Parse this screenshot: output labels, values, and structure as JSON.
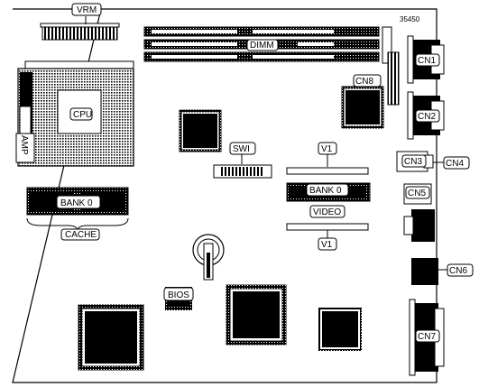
{
  "board_id": "35450",
  "labels": {
    "vrm": "VRM",
    "dimm": "DIMM",
    "cpu": "CPU",
    "amp": "AMP",
    "cache_bank": "BANK 0",
    "cache": "CACHE",
    "swi": "SWI",
    "v1_top": "V1",
    "video_bank": "BANK 0",
    "video": "VIDEO",
    "v1_bottom": "V1",
    "bios": "BIOS",
    "cn1": "CN1",
    "cn2": "CN2",
    "cn3": "CN3",
    "cn4": "CN4",
    "cn5": "CN5",
    "cn6": "CN6",
    "cn7": "CN7",
    "cn8": "CN8"
  }
}
